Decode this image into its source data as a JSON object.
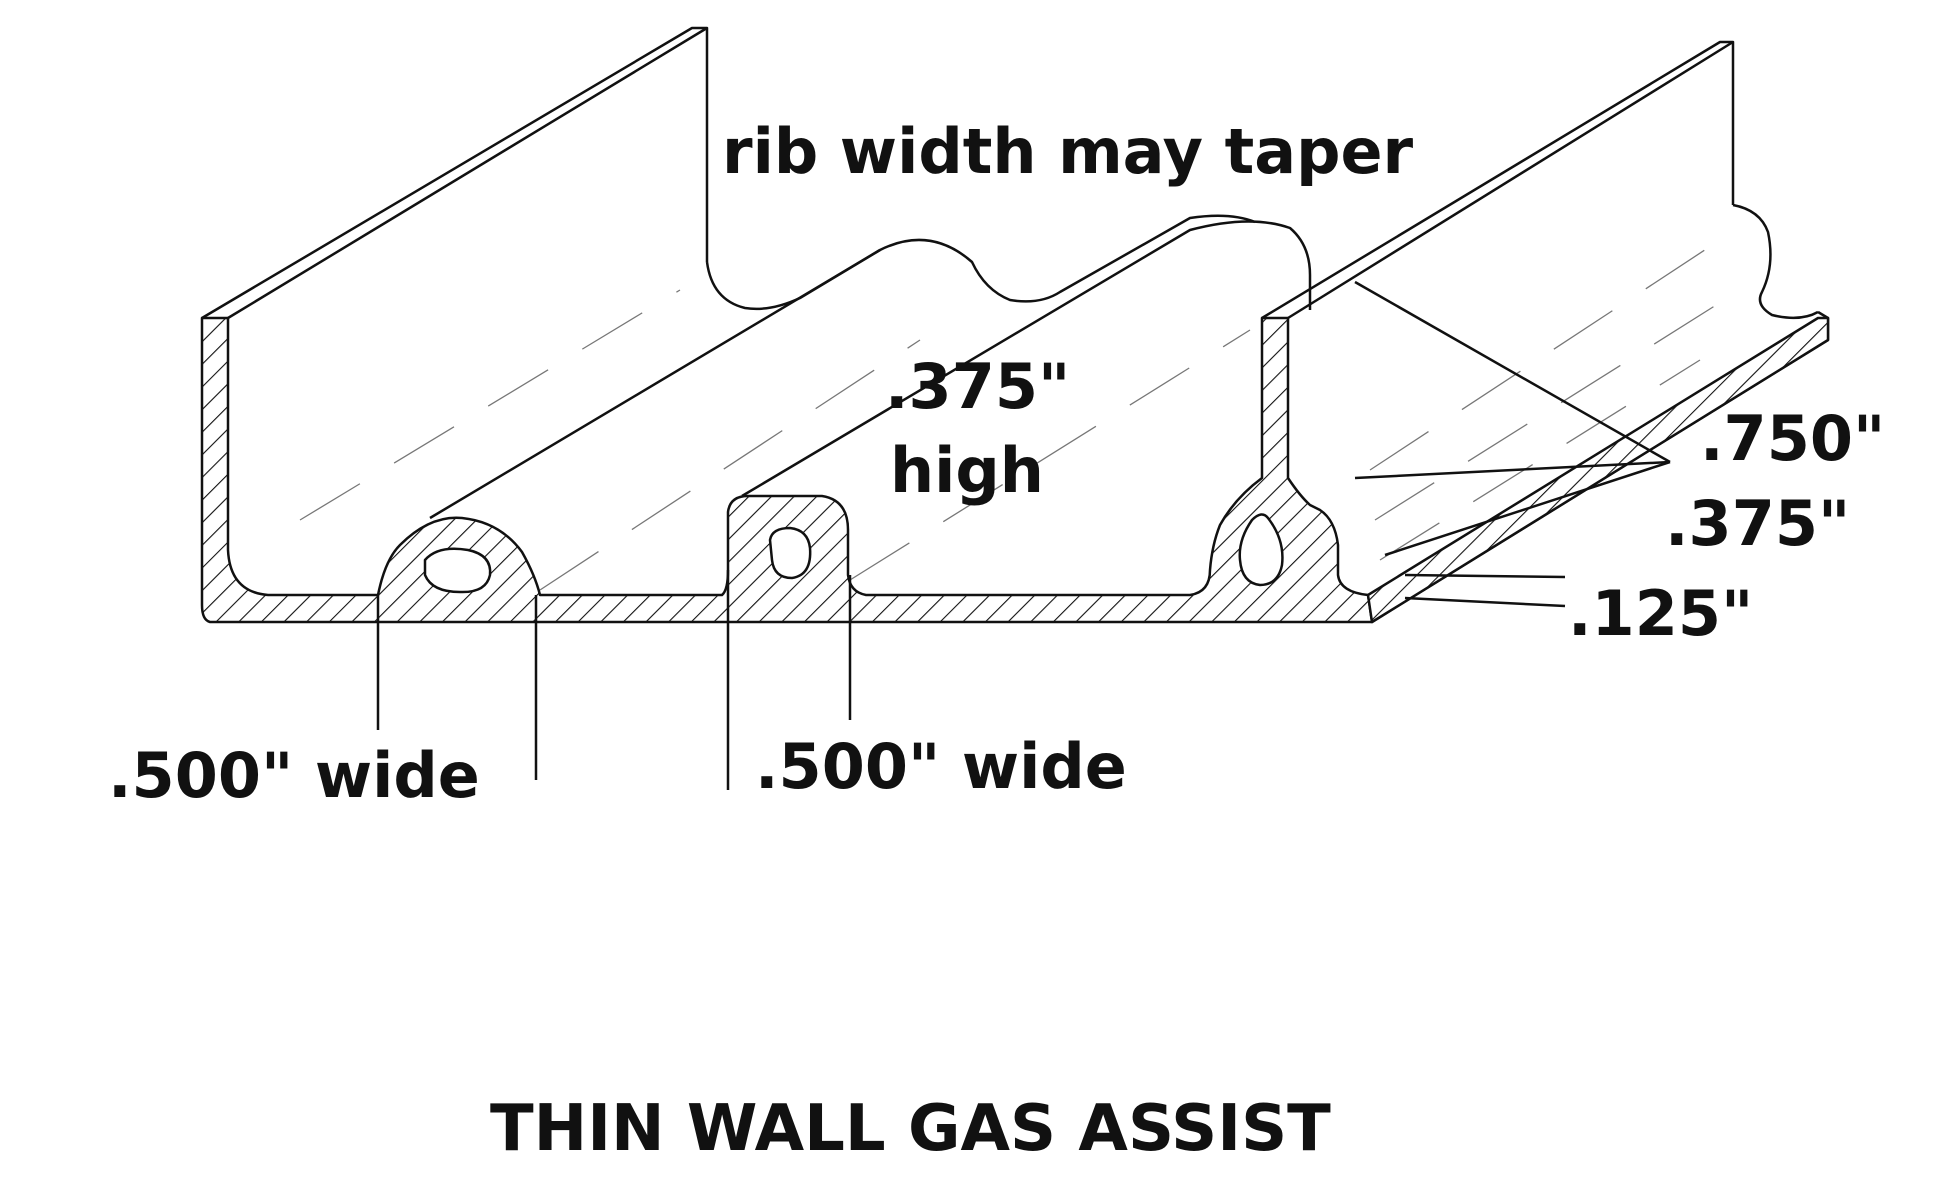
{
  "labels": {
    "taper": "rib width may taper",
    "rib_height_value": ".375\"",
    "rib_height_word": "high",
    "wall_height": ".750\"",
    "wall_thickness": ".375\"",
    "base_thickness": ".125\"",
    "rib_width_left": ".500\" wide",
    "rib_width_center": ".500\" wide",
    "title": "THIN WALL GAS ASSIST"
  },
  "colors": {
    "stroke": "#111111",
    "background": "#ffffff"
  }
}
